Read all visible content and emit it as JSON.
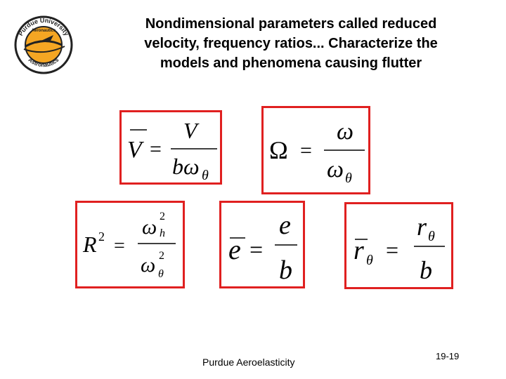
{
  "logo": {
    "top_text": "Purdue University",
    "mid_text": "Aeronautics",
    "bottom_text": "Astronautics"
  },
  "title": {
    "line1": "Nondimensional parameters called reduced",
    "line2": "velocity, frequency ratios... Characterize the",
    "line3": "models and phenomena causing flutter"
  },
  "equations": [
    {
      "name": "reduced-velocity",
      "lhs": "V",
      "num": "V",
      "den": "bω",
      "den_sub": "θ"
    },
    {
      "name": "frequency-ratio",
      "lhs": "Ω",
      "num": "ω",
      "den": "ω",
      "den_sub": "θ"
    },
    {
      "name": "frequency-ratio-squared",
      "lhs": "R",
      "lhs_sup": "2",
      "num": "ω",
      "num_sup": "2",
      "num_sub": "h",
      "den": "ω",
      "den_sup": "2",
      "den_sub": "θ"
    },
    {
      "name": "eccentricity",
      "lhs": "e",
      "num": "e",
      "den": "b"
    },
    {
      "name": "radius-of-gyration",
      "lhs": "r",
      "lhs_sub": "θ",
      "num": "r",
      "num_sub": "θ",
      "den": "b"
    }
  ],
  "footer": {
    "center": "Purdue Aeroelasticity",
    "page_number": "19-19"
  },
  "colors": {
    "box_border": "#e02020",
    "logo_orange": "#f5a623",
    "logo_dark": "#222222"
  }
}
